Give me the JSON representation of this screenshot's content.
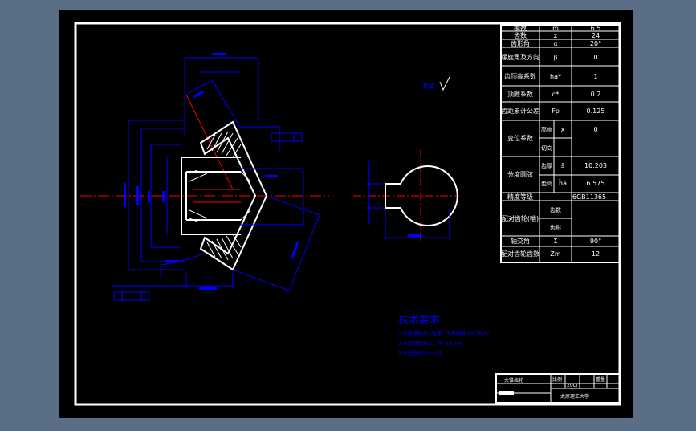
{
  "params": [
    {
      "name": "模数",
      "sym": "m",
      "val": "6.5"
    },
    {
      "name": "齿数",
      "sym": "z",
      "val": "24"
    },
    {
      "name": "齿形角",
      "sym": "α",
      "val": "20°"
    },
    {
      "name": "螺旋角及方向",
      "sym": "β",
      "val": "0"
    },
    {
      "name": "齿顶高系数",
      "sym": "ha*",
      "val": "1"
    },
    {
      "name": "顶隙系数",
      "sym": "c*",
      "val": "0.2"
    },
    {
      "name": "齿距累计公差",
      "sym": "Fp",
      "val": "0.125"
    }
  ],
  "shift": {
    "name": "变位系数",
    "r1": "高度",
    "r2": "切向",
    "sym": "x",
    "val": "0"
  },
  "chord": {
    "name": "分度圆弦",
    "r1": "齿厚",
    "sym1": "s̄",
    "val1": "10.203",
    "r2": "齿高",
    "sym2": "h̄a",
    "val2": "6.575"
  },
  "accuracy": {
    "label": "精度等级",
    "val": "6GB11365"
  },
  "mating": {
    "name": "配对齿轮(啮)",
    "r1": "齿数",
    "r2": "齿形"
  },
  "shaft_angle": {
    "name": "轴交角",
    "sym": "Σ",
    "val": "90°"
  },
  "mate_teeth": {
    "name": "配对齿轮齿数",
    "sym": "Zm",
    "val": "12"
  },
  "roughness": {
    "label": "其余"
  },
  "tech": {
    "title": "技术要求",
    "items": [
      "1.齿面渗碳淬火处理，齿面硬度HRC58-62",
      "2.未注倒角为C1，R=0.5mm",
      "3.未注圆角为R=0.5"
    ]
  },
  "title_block": {
    "drawing_name": "大锥齿轮",
    "material": "20Cr",
    "scale": "比例",
    "weight": "重量",
    "school": "太原理工大学"
  },
  "colors": {
    "sheet": "#000000",
    "frame": "#ffffff",
    "dimension": "#0000ff",
    "center": "#ff0000",
    "part": "#ffffff"
  }
}
